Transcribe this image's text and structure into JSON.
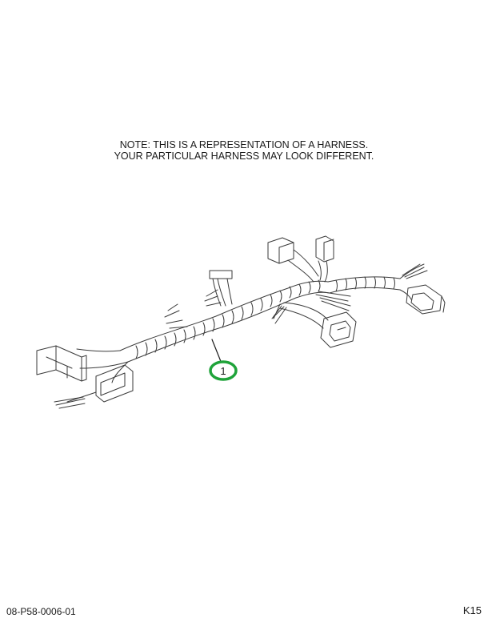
{
  "note": {
    "line1": "NOTE: THIS IS A REPRESENTATION OF A HARNESS.",
    "line2": "YOUR PARTICULAR HARNESS MAY LOOK DIFFERENT."
  },
  "diagram": {
    "subject": "wiring-harness",
    "callouts": [
      {
        "label": "1",
        "color": "#1fa33a"
      }
    ],
    "line_color": "#3a3a3a"
  },
  "footer": {
    "drawing_number": "08-P58-0006-01",
    "page_code": "K15"
  }
}
